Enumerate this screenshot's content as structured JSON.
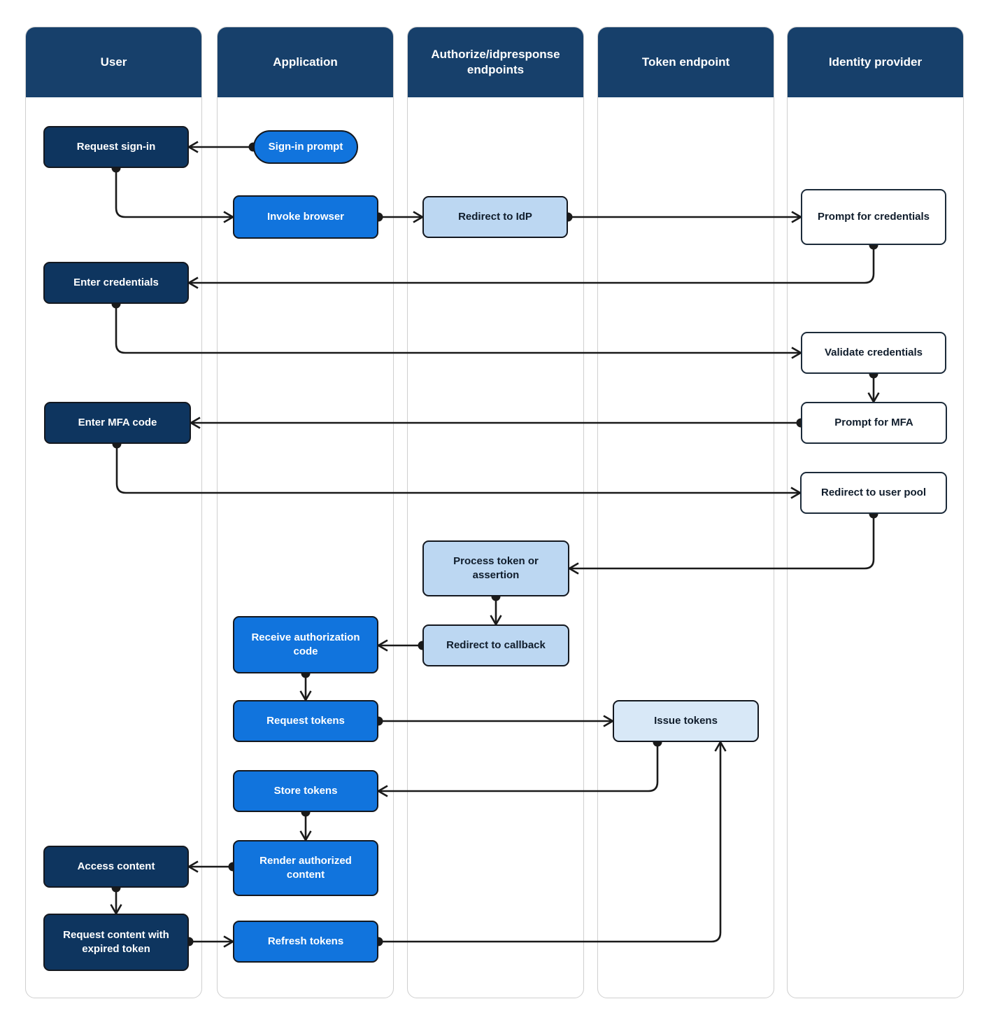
{
  "diagram": {
    "lanes": [
      {
        "id": "user",
        "label": "User"
      },
      {
        "id": "application",
        "label": "Application"
      },
      {
        "id": "authorize_endpoints",
        "label": "Authorize/idpresponse endpoints"
      },
      {
        "id": "token_endpoint",
        "label": "Token endpoint"
      },
      {
        "id": "identity_provider",
        "label": "Identity provider"
      }
    ],
    "nodes": {
      "request_sign_in": {
        "label": "Request sign-in",
        "lane": "user"
      },
      "sign_in_prompt": {
        "label": "Sign-in prompt",
        "lane": "application"
      },
      "invoke_browser": {
        "label": "Invoke browser",
        "lane": "application"
      },
      "redirect_to_idp": {
        "label": "Redirect to IdP",
        "lane": "authorize_endpoints"
      },
      "prompt_for_credentials": {
        "label": "Prompt for credentials",
        "lane": "identity_provider"
      },
      "enter_credentials": {
        "label": "Enter credentials",
        "lane": "user"
      },
      "validate_credentials": {
        "label": "Validate credentials",
        "lane": "identity_provider"
      },
      "enter_mfa_code": {
        "label": "Enter MFA code",
        "lane": "user"
      },
      "prompt_for_mfa": {
        "label": "Prompt for MFA",
        "lane": "identity_provider"
      },
      "redirect_to_user_pool": {
        "label": "Redirect to user pool",
        "lane": "identity_provider"
      },
      "process_token_or_assertion": {
        "label": "Process token or assertion",
        "lane": "authorize_endpoints"
      },
      "redirect_to_callback": {
        "label": "Redirect to callback",
        "lane": "authorize_endpoints"
      },
      "receive_authorization_code": {
        "label": "Receive authorization code",
        "lane": "application"
      },
      "request_tokens": {
        "label": "Request tokens",
        "lane": "application"
      },
      "issue_tokens": {
        "label": "Issue tokens",
        "lane": "token_endpoint"
      },
      "store_tokens": {
        "label": "Store tokens",
        "lane": "application"
      },
      "render_authorized_content": {
        "label": "Render authorized content",
        "lane": "application"
      },
      "access_content": {
        "label": "Access content",
        "lane": "user"
      },
      "request_content_with_expired_token": {
        "label": "Request content with expired token",
        "lane": "user"
      },
      "refresh_tokens": {
        "label": "Refresh tokens",
        "lane": "application"
      }
    },
    "edges": [
      {
        "from": "sign_in_prompt",
        "to": "request_sign_in"
      },
      {
        "from": "request_sign_in",
        "to": "invoke_browser"
      },
      {
        "from": "invoke_browser",
        "to": "redirect_to_idp"
      },
      {
        "from": "redirect_to_idp",
        "to": "prompt_for_credentials"
      },
      {
        "from": "prompt_for_credentials",
        "to": "enter_credentials"
      },
      {
        "from": "enter_credentials",
        "to": "validate_credentials"
      },
      {
        "from": "validate_credentials",
        "to": "prompt_for_mfa"
      },
      {
        "from": "prompt_for_mfa",
        "to": "enter_mfa_code"
      },
      {
        "from": "enter_mfa_code",
        "to": "redirect_to_user_pool"
      },
      {
        "from": "redirect_to_user_pool",
        "to": "process_token_or_assertion"
      },
      {
        "from": "process_token_or_assertion",
        "to": "redirect_to_callback"
      },
      {
        "from": "redirect_to_callback",
        "to": "receive_authorization_code"
      },
      {
        "from": "receive_authorization_code",
        "to": "request_tokens"
      },
      {
        "from": "request_tokens",
        "to": "issue_tokens"
      },
      {
        "from": "issue_tokens",
        "to": "store_tokens"
      },
      {
        "from": "store_tokens",
        "to": "render_authorized_content"
      },
      {
        "from": "render_authorized_content",
        "to": "access_content"
      },
      {
        "from": "access_content",
        "to": "request_content_with_expired_token"
      },
      {
        "from": "request_content_with_expired_token",
        "to": "refresh_tokens"
      },
      {
        "from": "refresh_tokens",
        "to": "issue_tokens"
      }
    ],
    "colors": {
      "header_navy": "#17406b",
      "dark_box": "#0e355f",
      "medium_blue": "#1174dd",
      "light_blue": "#bcd7f2",
      "lighter_blue": "#d8e8f7",
      "dark_text": "#101d2c",
      "box_border": "#14181f",
      "white_border": "#1c2b3a",
      "lane_border": "#cfcfcf",
      "edge_stroke": "#1a1a1a"
    }
  }
}
